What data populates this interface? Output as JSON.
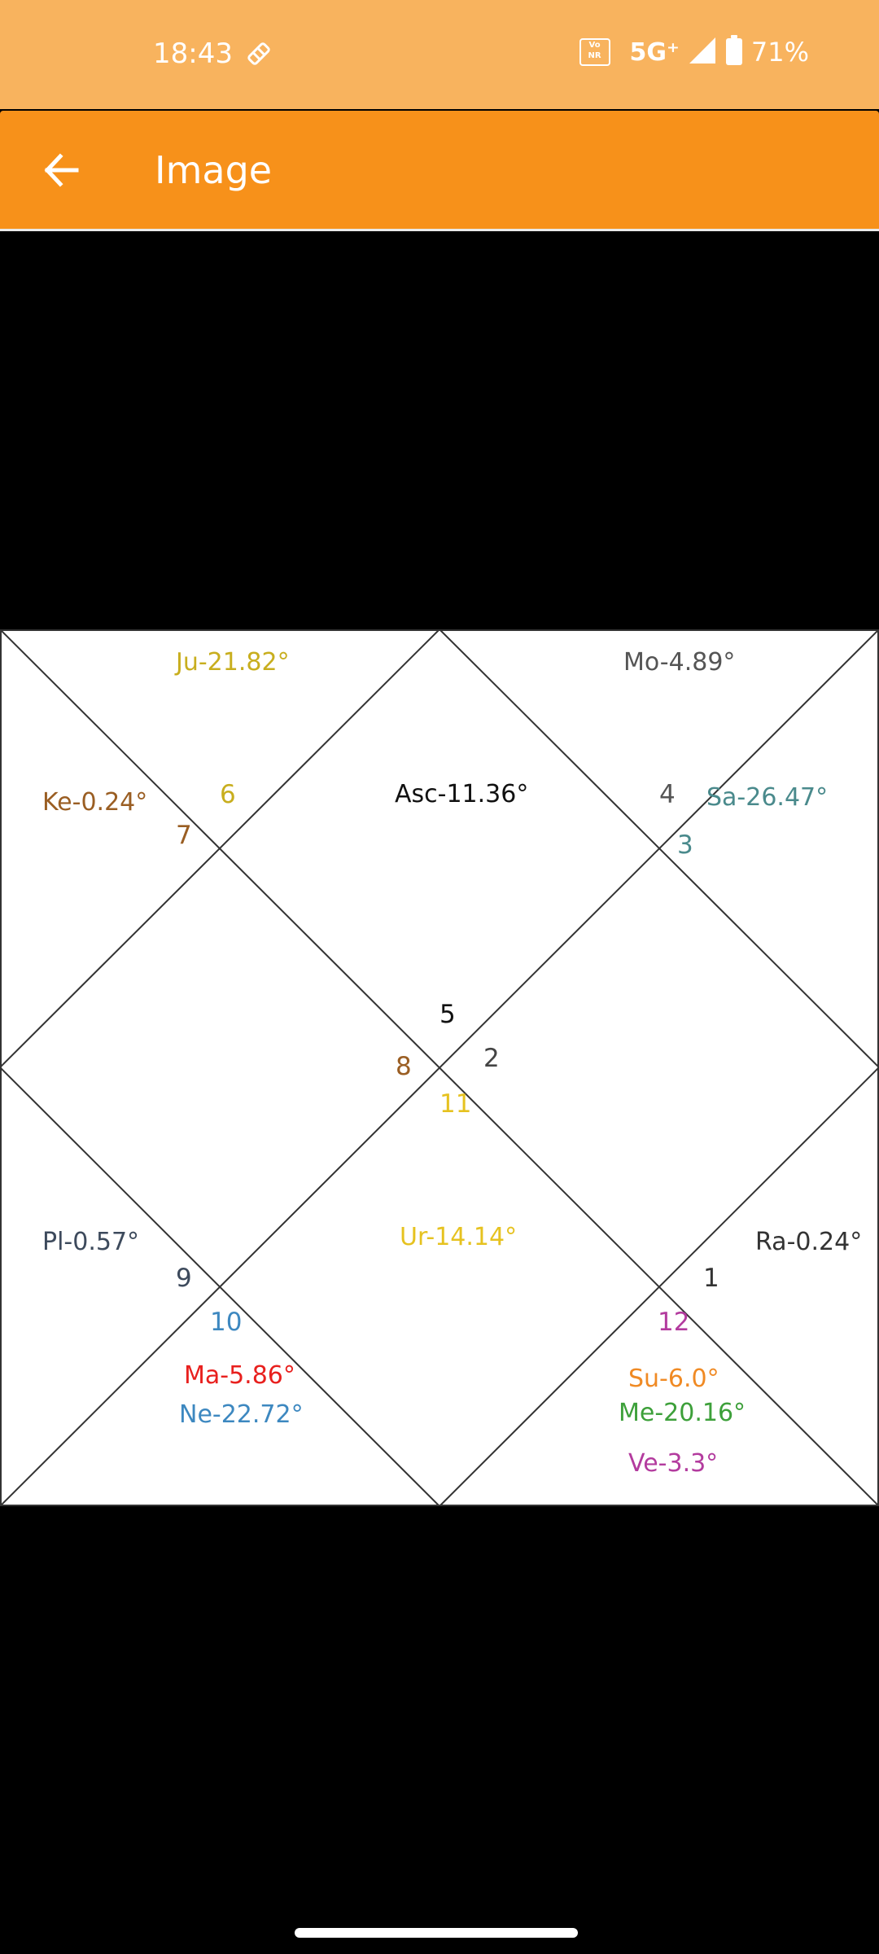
{
  "status_bar": {
    "time": "18:43",
    "vonr_top": "Vo",
    "vonr_bottom": "NR",
    "network": "5G⁺",
    "battery": "71%"
  },
  "app_bar": {
    "title": "Image",
    "back_icon": "arrow-left-icon"
  },
  "chart": {
    "houses": [
      {
        "number": "1",
        "color": "#333333"
      },
      {
        "number": "2",
        "color": "#444444"
      },
      {
        "number": "3",
        "color": "#4A8A8C"
      },
      {
        "number": "4",
        "color": "#555555"
      },
      {
        "number": "5",
        "color": "#111111"
      },
      {
        "number": "6",
        "color": "#C8AE1E"
      },
      {
        "number": "7",
        "color": "#9A5E23"
      },
      {
        "number": "8",
        "color": "#9A5E23"
      },
      {
        "number": "9",
        "color": "#3D4A5C"
      },
      {
        "number": "10",
        "color": "#3D88C0"
      },
      {
        "number": "11",
        "color": "#E6C220"
      },
      {
        "number": "12",
        "color": "#B33B9E"
      }
    ],
    "planets": [
      {
        "label": "Ju-21.82°",
        "color": "#C8AE1E"
      },
      {
        "label": "Mo-4.89°",
        "color": "#555555"
      },
      {
        "label": "Ke-0.24°",
        "color": "#9A5E23"
      },
      {
        "label": "Asc-11.36°",
        "color": "#111111"
      },
      {
        "label": "Sa-26.47°",
        "color": "#4A8A8C"
      },
      {
        "label": "Ur-14.14°",
        "color": "#E6C220"
      },
      {
        "label": "Pl-0.57°",
        "color": "#3D4A5C"
      },
      {
        "label": "Ra-0.24°",
        "color": "#333333"
      },
      {
        "label": "Ma-5.86°",
        "color": "#E8201E"
      },
      {
        "label": "Ne-22.72°",
        "color": "#3D88C0"
      },
      {
        "label": "Su-6.0°",
        "color": "#F08A24"
      },
      {
        "label": "Me-20.16°",
        "color": "#3DA03A"
      },
      {
        "label": "Ve-3.3°",
        "color": "#B33B9E"
      }
    ]
  }
}
